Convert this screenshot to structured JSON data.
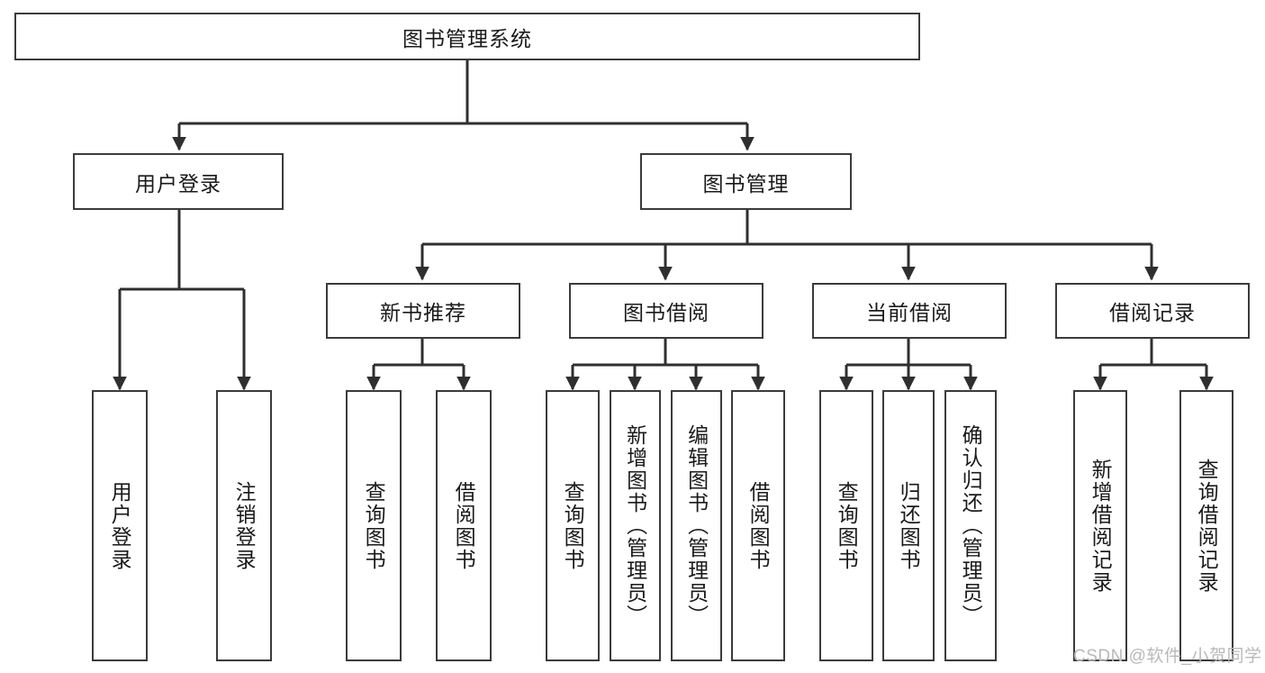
{
  "diagram": {
    "type": "tree-hierarchy",
    "title": "图书管理系统",
    "orientation": "top-down",
    "root": {
      "id": "root",
      "label": "图书管理系统"
    },
    "level2": [
      {
        "id": "user-login",
        "label": "用户登录"
      },
      {
        "id": "book-manage",
        "label": "图书管理"
      }
    ],
    "level3": [
      {
        "id": "new-book-rec",
        "label": "新书推荐",
        "parent": "book-manage"
      },
      {
        "id": "book-borrow",
        "label": "图书借阅",
        "parent": "book-manage"
      },
      {
        "id": "current-borrow",
        "label": "当前借阅",
        "parent": "book-manage"
      },
      {
        "id": "borrow-record",
        "label": "借阅记录",
        "parent": "book-manage"
      }
    ],
    "leaves": [
      {
        "id": "leaf-user-login",
        "label": "用户登录",
        "parent": "user-login"
      },
      {
        "id": "leaf-logout",
        "label": "注销登录",
        "parent": "user-login"
      },
      {
        "id": "leaf-query-book-1",
        "label": "查询图书",
        "parent": "new-book-rec"
      },
      {
        "id": "leaf-borrow-book-1",
        "label": "借阅图书",
        "parent": "new-book-rec"
      },
      {
        "id": "leaf-query-book-2",
        "label": "查询图书",
        "parent": "book-borrow"
      },
      {
        "id": "leaf-add-book",
        "label": "新增图书（管理员）",
        "parent": "book-borrow"
      },
      {
        "id": "leaf-edit-book",
        "label": "编辑图书（管理员）",
        "parent": "book-borrow"
      },
      {
        "id": "leaf-borrow-book-2",
        "label": "借阅图书",
        "parent": "book-borrow"
      },
      {
        "id": "leaf-query-book-3",
        "label": "查询图书",
        "parent": "current-borrow"
      },
      {
        "id": "leaf-return-book",
        "label": "归还图书",
        "parent": "current-borrow"
      },
      {
        "id": "leaf-confirm-return",
        "label": "确认归还（管理员）",
        "parent": "current-borrow"
      },
      {
        "id": "leaf-add-record",
        "label": "新增借阅记录",
        "parent": "borrow-record"
      },
      {
        "id": "leaf-query-record",
        "label": "查询借阅记录",
        "parent": "borrow-record"
      }
    ]
  },
  "watermark": {
    "text": "CSDN @软件_小贺同学"
  },
  "colors": {
    "box_border": "#3b3b3b",
    "box_fill": "#ffffff",
    "edge": "#2f2f2f",
    "text": "#1a1a1a",
    "watermark": "#b9b9b9",
    "background": "#ffffff"
  }
}
